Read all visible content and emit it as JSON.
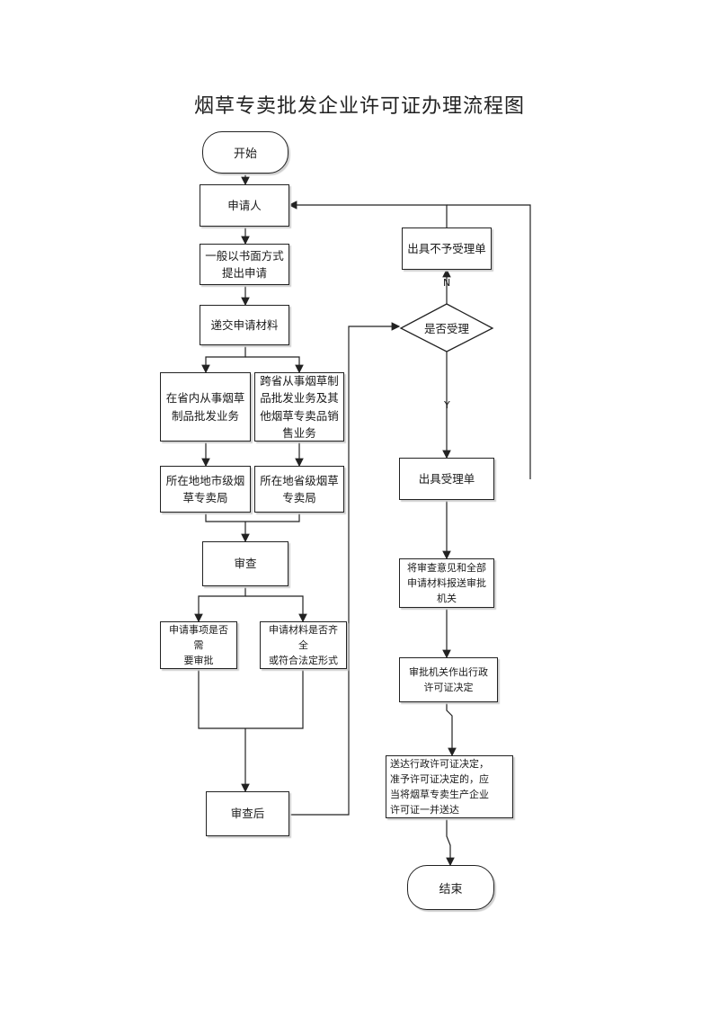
{
  "title": "烟草专卖批发企业许可证办理流程图",
  "nodes": {
    "start": "开始",
    "applicant": "申请人",
    "written_application": "一般以书面方式\n提出申请",
    "submit_materials": "递交申请材料",
    "in_province": "在省内从事烟草\n制品批发业务",
    "cross_province": "跨省从事烟草制\n品批发业务及其\n他烟草专卖品销\n售业务",
    "city_bureau": "所在地地市级烟\n草专卖局",
    "province_bureau": "所在地省级烟草\n专卖局",
    "review": "审查",
    "need_approval": "申请事项是否需\n要审批",
    "materials_complete": "申请材料是否齐全\n或符合法定形式",
    "after_review": "审查后",
    "accept_decision": "是否受理",
    "reject_notice": "出具不予受理单",
    "accept_notice": "出具受理单",
    "send_to_authority": "将审查意见和全部\n申请材料报送审批\n机关",
    "authority_decision": "审批机关作出行政\n许可证决定",
    "deliver": "送达行政许可证决定，\n准予许可证决定的，应\n当将烟草专卖生产企业\n许可证一并送达",
    "end": "结束"
  },
  "labels": {
    "no": "N",
    "yes": "Y"
  }
}
